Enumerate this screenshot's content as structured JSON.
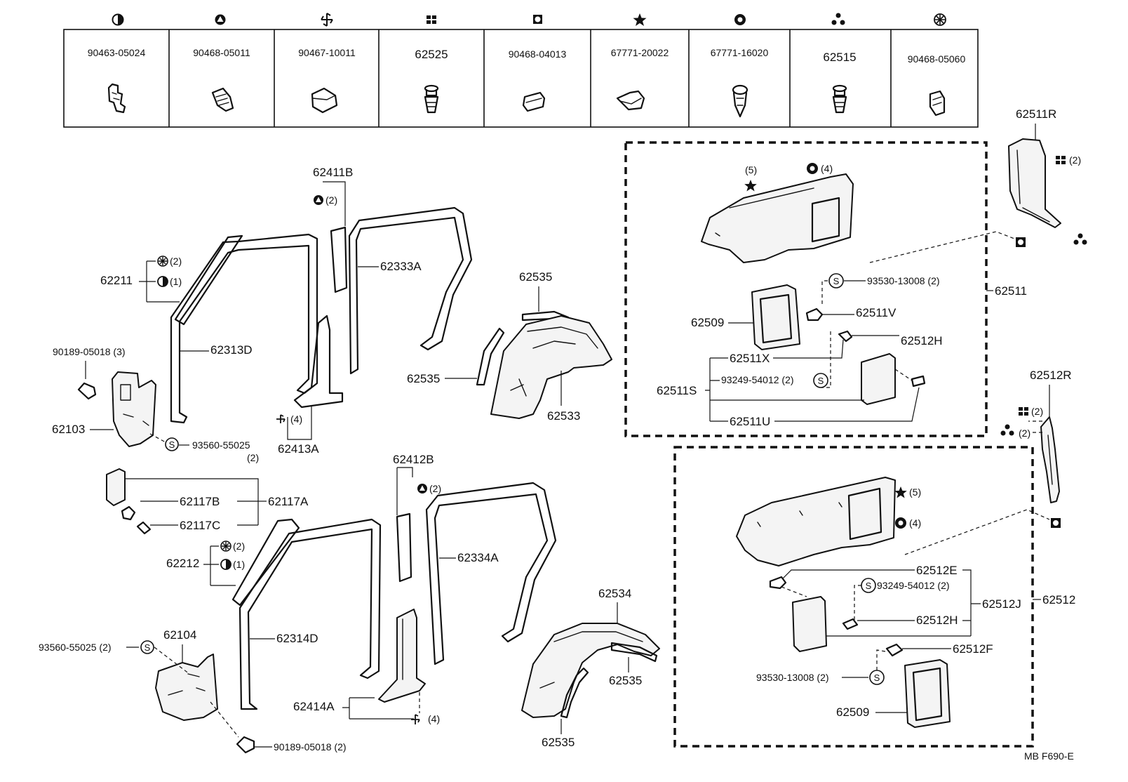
{
  "legend": {
    "columns": [
      {
        "symbol": "◐",
        "part": "90463-05024",
        "symbol_icon": "half-circle-icon"
      },
      {
        "symbol": "▲",
        "part": "90468-05011",
        "symbol_icon": "circle-triangle-icon"
      },
      {
        "symbol": "✢",
        "part": "90467-10011",
        "symbol_icon": "pinwheel-icon"
      },
      {
        "symbol": "■",
        "part": "62525",
        "symbol_icon": "four-square-icon"
      },
      {
        "symbol": "◘",
        "part": "90468-04013",
        "symbol_icon": "square-circle-icon"
      },
      {
        "symbol": "★",
        "part": "67771-20022",
        "symbol_icon": "star-icon"
      },
      {
        "symbol": "◉",
        "part": "67771-16020",
        "symbol_icon": "circle-ring-icon"
      },
      {
        "symbol": "∴",
        "part": "62515",
        "symbol_icon": "three-dots-icon"
      },
      {
        "symbol": "✳",
        "part": "90468-05060",
        "symbol_icon": "asterisk-circle-icon"
      }
    ]
  },
  "labels": {
    "p62511R": "62511R",
    "q62511R": "(2)",
    "p62411B": "62411B",
    "q62411B": "(2)",
    "p62211": "62211",
    "q62211a": "(2)",
    "q62211b": "(1)",
    "p62333A": "62333A",
    "p62535a": "62535",
    "p62535b": "62535",
    "p62313D": "62313D",
    "p90189a": "90189-05018 (3)",
    "p62103": "62103",
    "p93560a": "93560-55025",
    "q93560a": "(2)",
    "p62413A": "62413A",
    "q62413A": "(4)",
    "p62533": "62533",
    "q5a": "(5)",
    "q4a": "(4)",
    "p93530a": "93530-13008 (2)",
    "p62511": "62511",
    "p62509a": "62509",
    "p62511V": "62511V",
    "p62512H": "62512H",
    "p62511X": "62511X",
    "p93249a": "93249-54012 (2)",
    "p62511S": "62511S",
    "p62511U": "62511U",
    "p62512R": "62512R",
    "q62512Ra": "(2)",
    "q62512Rb": "(2)",
    "p62412B": "62412B",
    "q62412B": "(2)",
    "p62117B": "62117B",
    "p62117A": "62117A",
    "p62117C": "62117C",
    "p62212": "62212",
    "q62212a": "(2)",
    "q62212b": "(1)",
    "p62334A": "62334A",
    "p62314D": "62314D",
    "p62104": "62104",
    "p93560b": "93560-55025 (2)",
    "p62414A": "62414A",
    "q62414A": "(4)",
    "p90189b": "90189-05018 (2)",
    "p62534": "62534",
    "p62535c": "62535",
    "p62535d": "62535",
    "q5b": "(5)",
    "q4b": "(4)",
    "p62512E": "62512E",
    "p93249b": "93249-54012 (2)",
    "p62512J": "62512J",
    "p62512": "62512",
    "p62512Hb": "62512H",
    "p62512F": "62512F",
    "p93530b": "93530-13008 (2)",
    "p62509b": "62509",
    "s": "S",
    "footer": "MB  F690-E"
  }
}
